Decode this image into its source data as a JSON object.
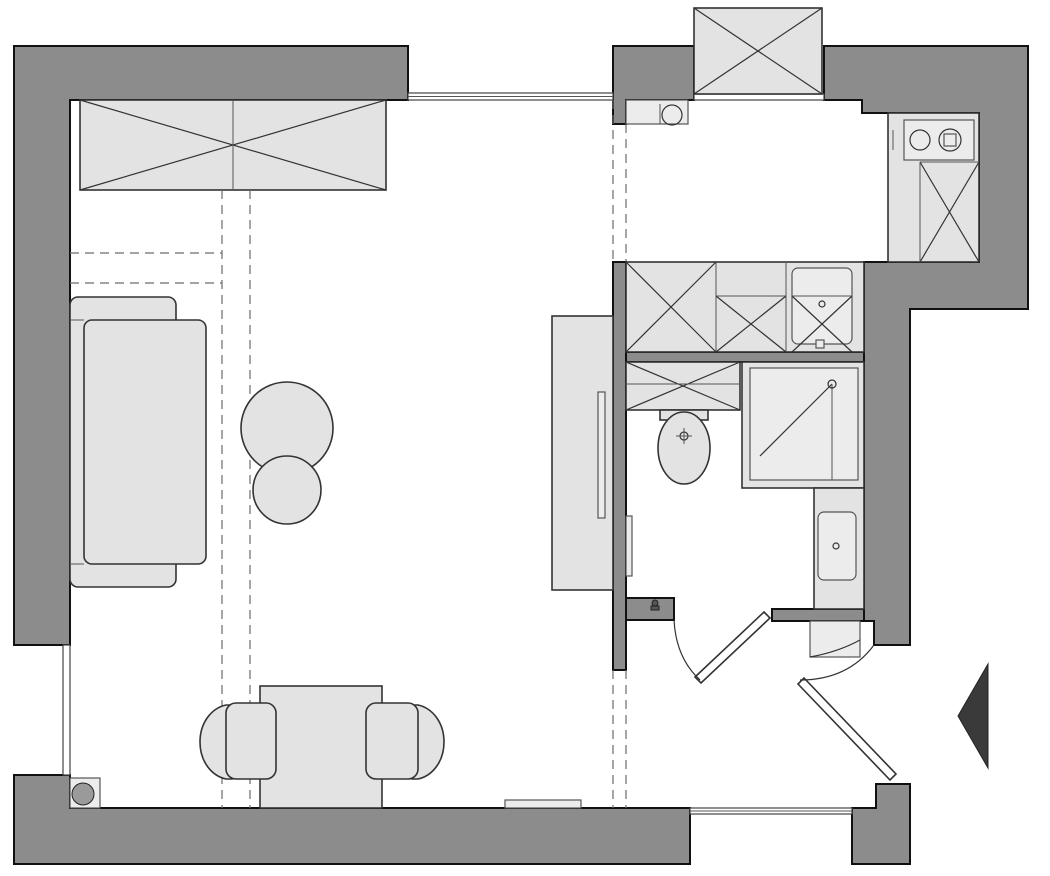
{
  "plan": {
    "type": "apartment floor plan",
    "labels": [],
    "colors": {
      "wall_fill": "#8c8c8c",
      "furniture_fill": "#e3e3e3",
      "line": "#333333",
      "background": "#ffffff",
      "entry_marker": "#3a3a3a"
    },
    "rooms": [
      "living-room",
      "kitchen",
      "bathroom",
      "hallway"
    ],
    "icons": [
      "entry-arrow-icon",
      "boiler-icon",
      "floor-drain-icon"
    ]
  }
}
